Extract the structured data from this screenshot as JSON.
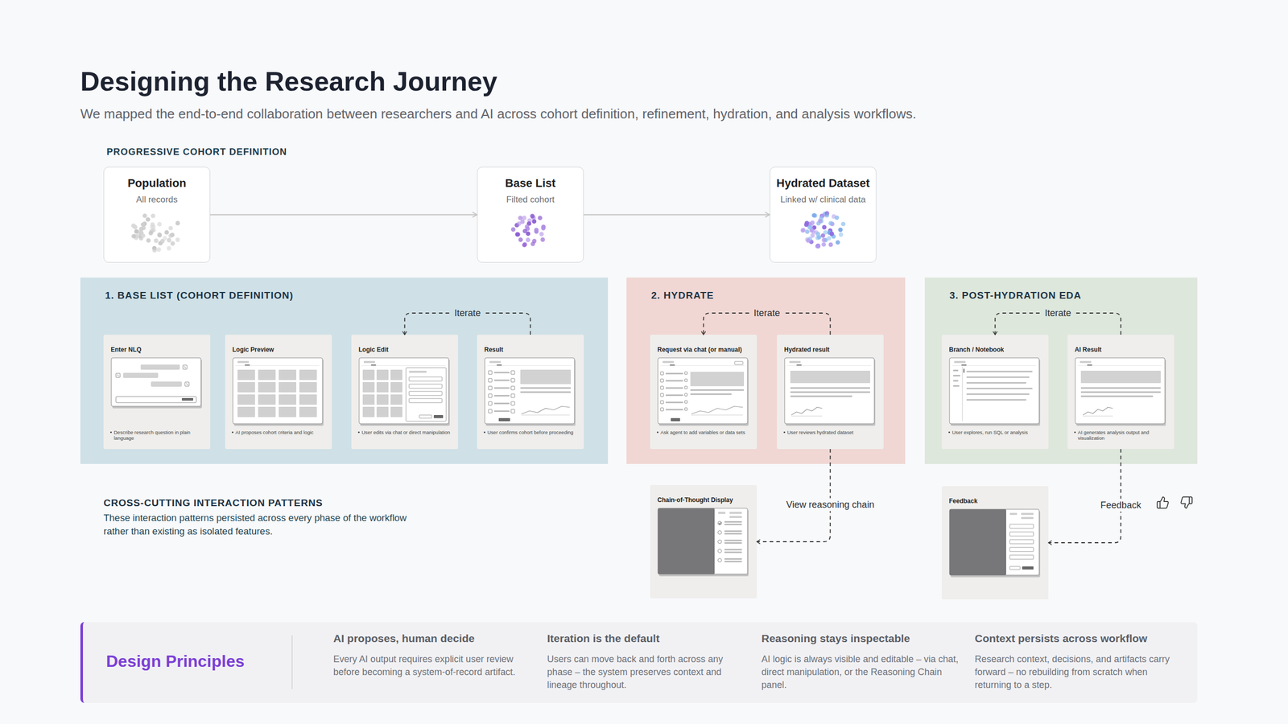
{
  "diagram": {
    "title": "Designing the Research Journey",
    "caption": "We mapped the end-to-end collaboration between researchers and AI across cohort definition, refinement, hydration, and analysis workflows.",
    "nodes": [
      {
        "text": [
          "Population",
          "All records"
        ]
      },
      {
        "text": [
          "Base List",
          "Filted cohort"
        ]
      },
      {
        "text": [
          "Hydrated Dataset",
          "Linked w/ clinical data"
        ]
      },
      {
        "text": [
          "1. BASE LIST (COHORT DEFINITION)"
        ]
      },
      {
        "text": [
          "Enter NLQ",
          "Describe research question in plain language"
        ],
        "in": 3
      },
      {
        "text": [
          "Logic Preview",
          "AI proposes cohort criteria and logic"
        ],
        "in": 3
      },
      {
        "text": [
          "Logic Edit",
          "User edits via chat or direct manipulation"
        ],
        "in": 3
      },
      {
        "text": [
          "Result",
          "User confirms cohort before proceeding"
        ],
        "in": 3
      },
      {
        "text": [
          "2. HYDRATE"
        ]
      },
      {
        "text": [
          "Request via chat (or manual)",
          "Ask agent to add variables or data sets"
        ],
        "in": 8
      },
      {
        "text": [
          "Hydrated result",
          "User reviews hydrated dataset"
        ],
        "in": 8
      },
      {
        "text": [
          "3. POST-HYDRATION EDA"
        ]
      },
      {
        "text": [
          "Branch / Notebook",
          "User explores, run SQL or analysis"
        ],
        "in": 11
      },
      {
        "text": [
          "AI Result",
          "AI generates analysis output and visualization"
        ],
        "in": 11
      },
      {
        "text": [
          "Chain-of-Thought Display"
        ]
      },
      {
        "text": [
          "Feedback"
        ]
      },
      {
        "text": [
          "Design Principles",
          "AI proposes, human decide",
          "Every AI output requires explicit user review before becoming a system-of-record artifact.",
          "Iteration is the default",
          "Users can move back and forth across any phase – the system preserves context and lineage throughout.",
          "Reasoning stays inspectable",
          "AI logic is always visible and editable – via chat, direct manipulation, or the Reasoning Chain panel.",
          "Context persists across workflow",
          "Research context, decisions, and artifacts carry forward – no rebuilding from scratch when returning to a step."
        ]
      }
    ],
    "edges": [
      {
        "from": 0,
        "to": 1,
        "arrow": "to"
      },
      {
        "from": 1,
        "to": 2,
        "arrow": "to"
      },
      {
        "from": 7,
        "to": 6,
        "label": "Iterate",
        "arrow": "to"
      },
      {
        "from": 10,
        "to": 9,
        "label": "Iterate",
        "arrow": "to"
      },
      {
        "from": 13,
        "to": 12,
        "label": "Iterate",
        "arrow": "to"
      },
      {
        "from": 10,
        "to": 14,
        "label": "View reasoning chain",
        "arrow": "to"
      },
      {
        "from": 13,
        "to": 15,
        "label": "Feedback",
        "arrow": "to"
      }
    ],
    "labels": [
      "PROGRESSIVE COHORT DEFINITION",
      "CROSS-CUTTING INTERACTION PATTERNS",
      "These interaction patterns persisted across every phase of the workflow rather than existing as isolated features."
    ]
  }
}
